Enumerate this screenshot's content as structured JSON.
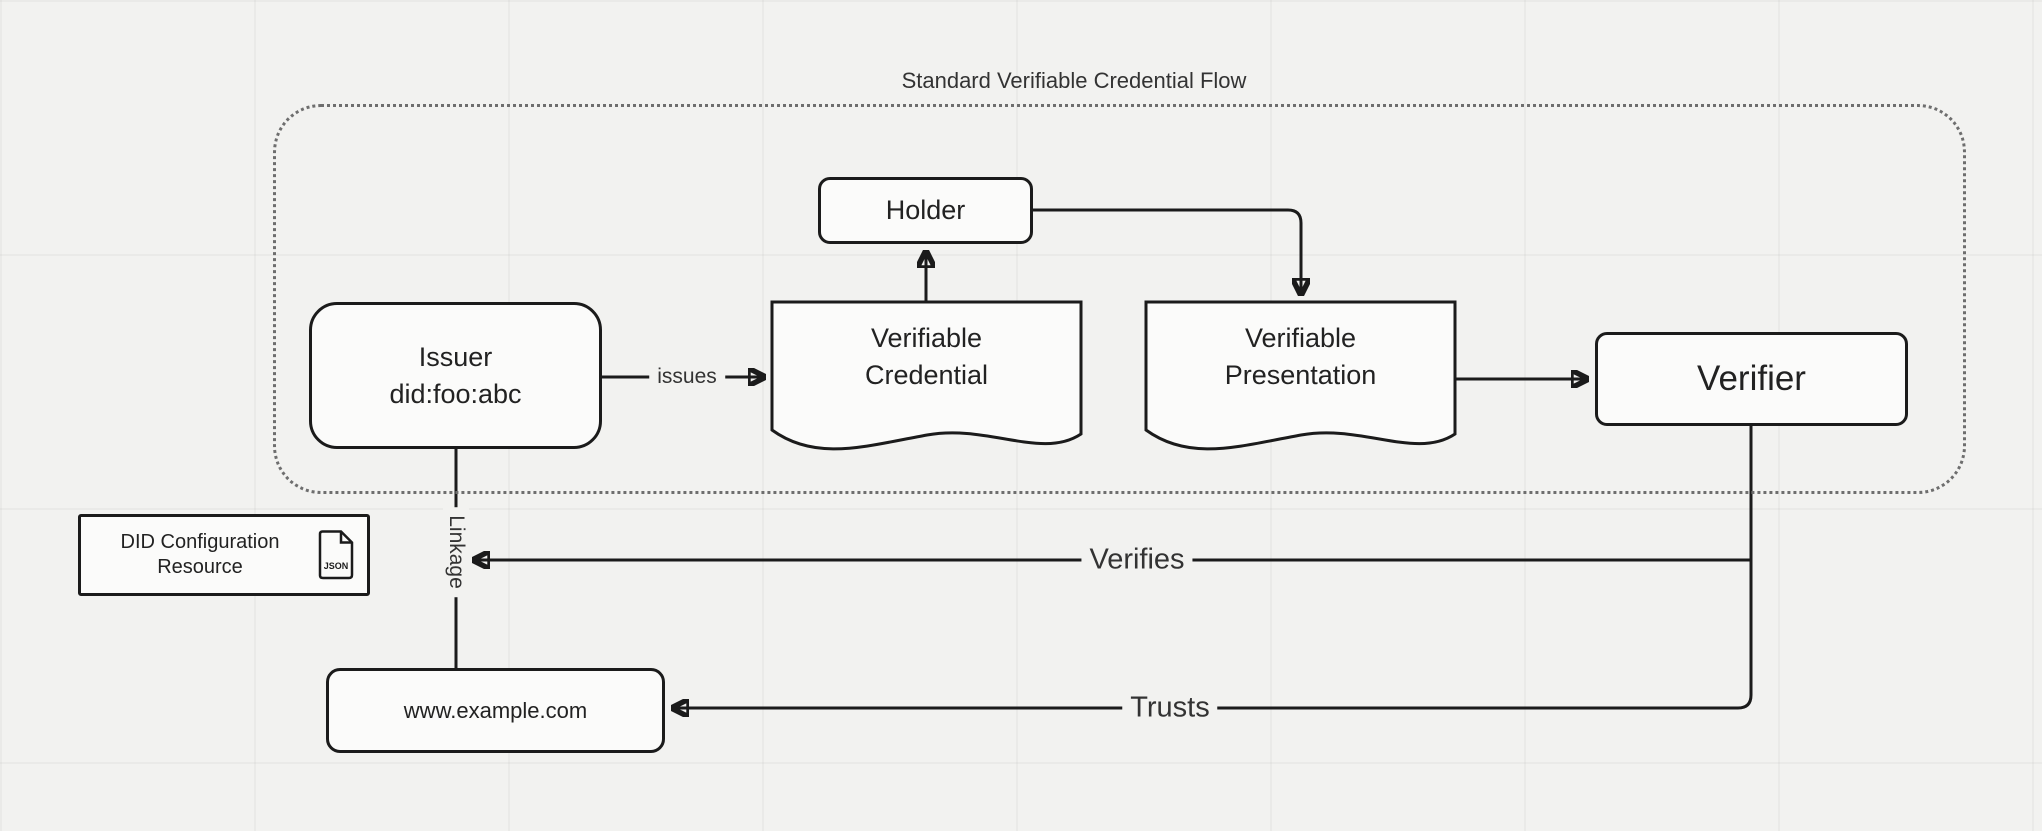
{
  "title": "Standard Verifiable Credential Flow",
  "nodes": {
    "holder": {
      "label": "Holder"
    },
    "issuer": {
      "line1": "Issuer",
      "line2": "did:foo:abc"
    },
    "verifiable_credential": {
      "line1": "Verifiable",
      "line2": "Credential"
    },
    "verifiable_presentation": {
      "line1": "Verifiable",
      "line2": "Presentation"
    },
    "verifier": {
      "label": "Verifier"
    },
    "did_configuration_resource": {
      "line1": "DID Configuration",
      "line2": "Resource",
      "file_icon_label": "JSON"
    },
    "website": {
      "label": "www.example.com"
    }
  },
  "edges": {
    "issues": {
      "label": "issues"
    },
    "linkage": {
      "label": "Linkage"
    },
    "verifies": {
      "label": "Verifies"
    },
    "trusts": {
      "label": "Trusts"
    }
  },
  "colors": {
    "background": "#f2f2f0",
    "stroke": "#1b1b1b",
    "node_fill": "#fbfbfa",
    "container_border": "#6e6e6e",
    "text": "#333333"
  }
}
